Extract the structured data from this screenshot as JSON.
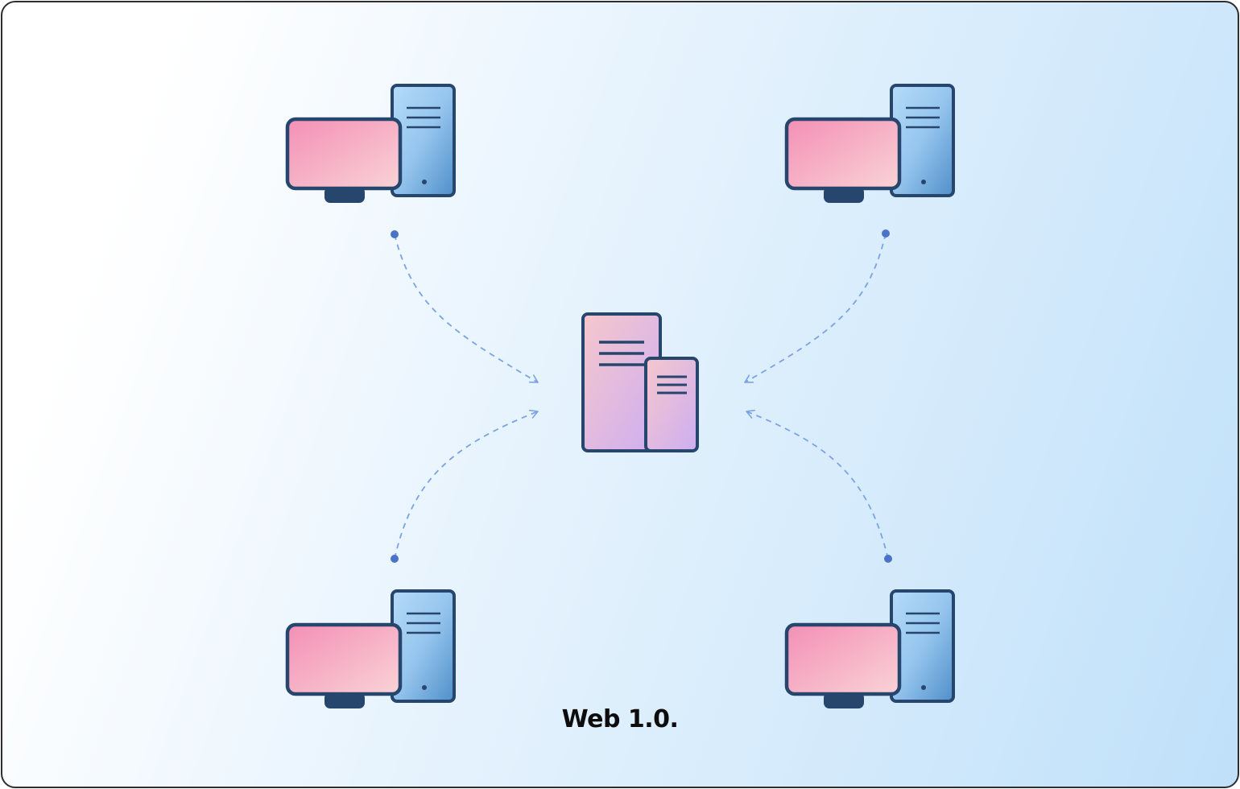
{
  "diagram": {
    "caption": "Web 1.0.",
    "nodes": [
      {
        "id": "client-top-left",
        "kind": "desktop-computer-icon"
      },
      {
        "id": "client-top-right",
        "kind": "desktop-computer-icon"
      },
      {
        "id": "client-bottom-left",
        "kind": "desktop-computer-icon"
      },
      {
        "id": "client-bottom-right",
        "kind": "desktop-computer-icon"
      },
      {
        "id": "central-server",
        "kind": "server-icon"
      }
    ],
    "edges": [
      {
        "from": "client-top-left",
        "to": "central-server",
        "style": "dashed-arrow"
      },
      {
        "from": "client-top-right",
        "to": "central-server",
        "style": "dashed-arrow"
      },
      {
        "from": "client-bottom-left",
        "to": "central-server",
        "style": "dashed-arrow"
      },
      {
        "from": "client-bottom-right",
        "to": "central-server",
        "style": "dashed-arrow"
      }
    ],
    "colors": {
      "outline": "#27466e",
      "screen_start": "#f48fb6",
      "screen_end": "#f9d3d6",
      "tower_start": "#aed7f7",
      "tower_end": "#4f8fc9",
      "server_start": "#f6c7cc",
      "server_end": "#cfaef2",
      "connector": "#7aa3e2",
      "connector_dot": "#4a72c8"
    }
  }
}
